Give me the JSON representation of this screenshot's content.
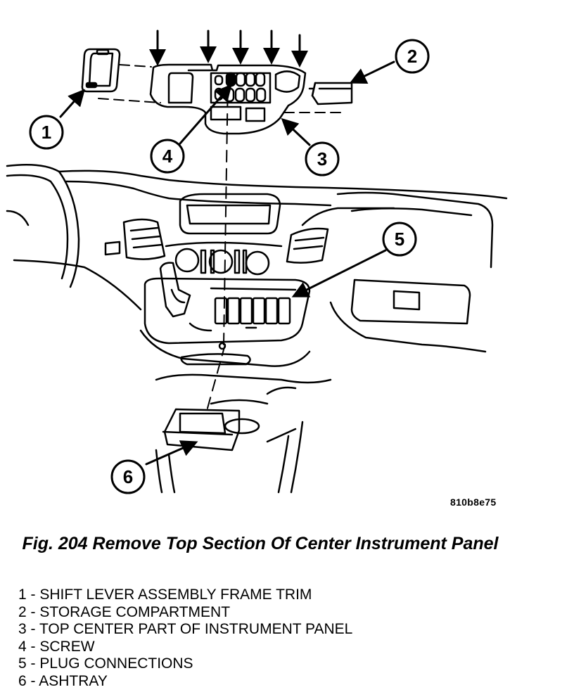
{
  "figure_ref": "810b8e75",
  "caption": "Fig. 204 Remove Top Section Of Center Instrument Panel",
  "callouts": [
    "1",
    "2",
    "3",
    "4",
    "5",
    "6"
  ],
  "legend": [
    {
      "num": "1",
      "sep": " - ",
      "text": "SHIFT LEVER ASSEMBLY FRAME TRIM"
    },
    {
      "num": "2",
      "sep": " - ",
      "text": "STORAGE COMPARTMENT"
    },
    {
      "num": "3",
      "sep": " - ",
      "text": "TOP CENTER PART OF INSTRUMENT PANEL"
    },
    {
      "num": "4",
      "sep": " - ",
      "text": "SCREW"
    },
    {
      "num": "5",
      "sep": " - ",
      "text": "PLUG CONNECTIONS"
    },
    {
      "num": "6",
      "sep": " - ",
      "text": "ASHTRAY"
    }
  ]
}
